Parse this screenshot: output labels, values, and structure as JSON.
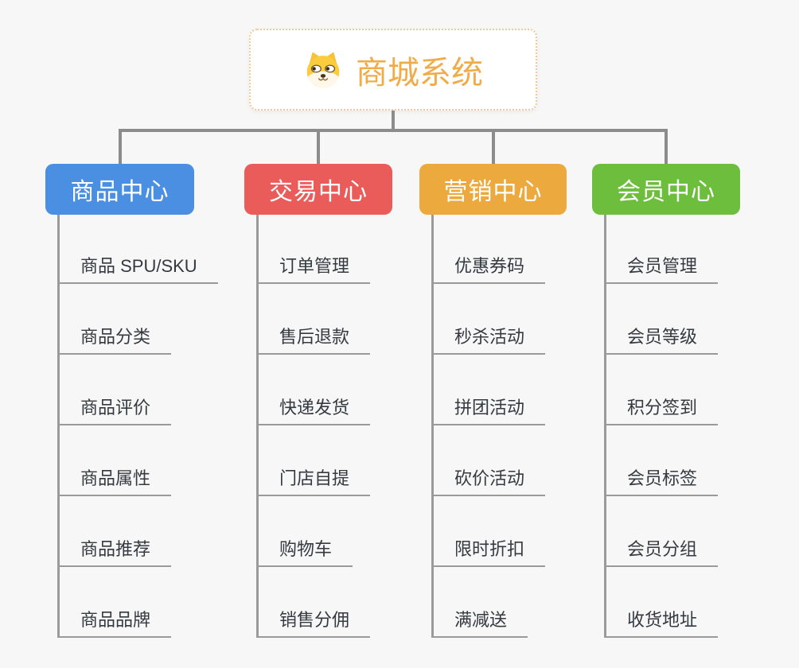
{
  "canvas": {
    "background": "#F7F7F7",
    "connector_color": "#8C8C8C"
  },
  "root": {
    "title": "商城系统",
    "icon": "dog-face-icon",
    "background": "#FFFFFF",
    "text_color": "#F0AC48",
    "border_color": "#F3CA8E"
  },
  "branches": [
    {
      "label": "商品中心",
      "color": "#4A8FE2",
      "text_color": "#FFFFFF",
      "children": [
        "商品 SPU/SKU",
        "商品分类",
        "商品评价",
        "商品属性",
        "商品推荐",
        "商品品牌"
      ]
    },
    {
      "label": "交易中心",
      "color": "#E95C59",
      "text_color": "#FFFFFF",
      "children": [
        "订单管理",
        "售后退款",
        "快递发货",
        "门店自提",
        "购物车",
        "销售分佣"
      ]
    },
    {
      "label": "营销中心",
      "color": "#ECAA3E",
      "text_color": "#FFFFFF",
      "children": [
        "优惠券码",
        "秒杀活动",
        "拼团活动",
        "砍价活动",
        "限时折扣",
        "满减送"
      ]
    },
    {
      "label": "会员中心",
      "color": "#6EBE3D",
      "text_color": "#FFFFFF",
      "children": [
        "会员管理",
        "会员等级",
        "积分签到",
        "会员标签",
        "会员分组",
        "收货地址"
      ]
    }
  ]
}
